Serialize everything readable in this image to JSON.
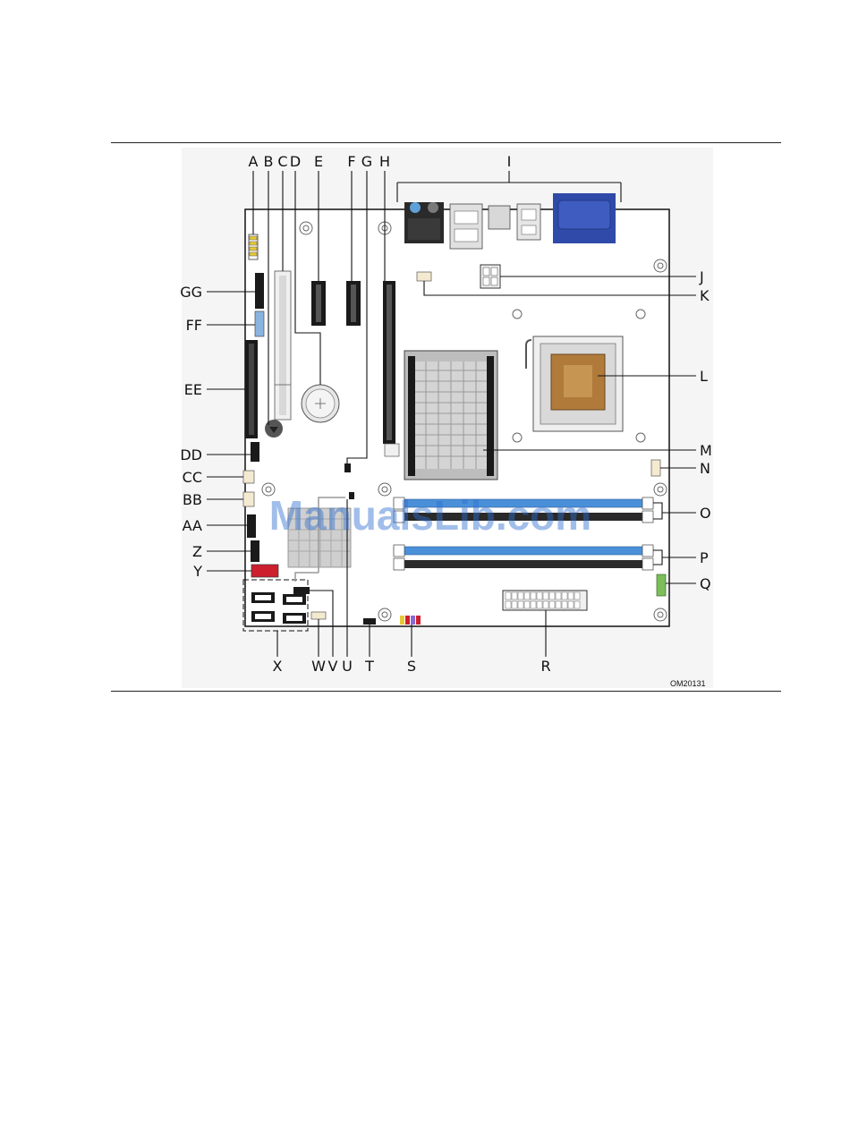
{
  "figure": {
    "code": "OM20131",
    "watermark": "ManualsLib.com",
    "labels": {
      "A": "A",
      "B": "B",
      "C": "C",
      "D": "D",
      "E": "E",
      "F": "F",
      "G": "G",
      "H": "H",
      "I": "I",
      "J": "J",
      "K": "K",
      "L": "L",
      "M": "M",
      "N": "N",
      "O": "O",
      "P": "P",
      "Q": "Q",
      "R": "R",
      "S": "S",
      "T": "T",
      "U": "U",
      "V": "V",
      "W": "W",
      "X": "X",
      "Y": "Y",
      "Z": "Z",
      "AA": "AA",
      "BB": "BB",
      "CC": "CC",
      "DD": "DD",
      "EE": "EE",
      "FF": "FF",
      "GG": "GG"
    }
  },
  "colors": {
    "board": "#ffffff",
    "dimm_blue": "#4a90d9",
    "dimm_black": "#2a2a2a",
    "sata_red": "#cc1f2e",
    "vga_blue": "#2f4aa8",
    "audio_blue": "#5ea0d8",
    "yellow_header": "#e8c838",
    "socket_brown": "#b07a3a",
    "heatsink": "#c8c8c8",
    "usb_blue_header": "#8ab4e0",
    "front_panel_green": "#7cbf5a"
  }
}
